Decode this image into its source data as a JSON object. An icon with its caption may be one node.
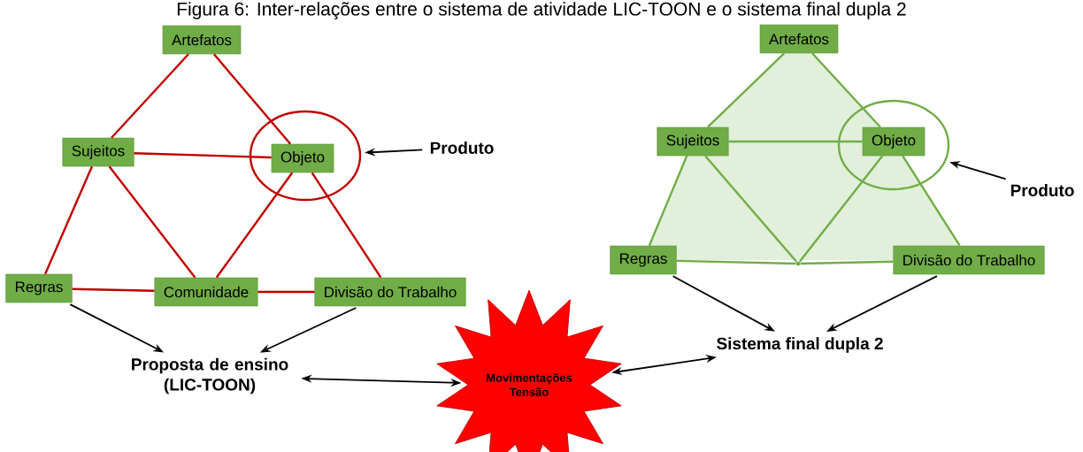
{
  "diagram": {
    "title": "Figura 6: Inter-relações entre o sistema de atividade LIC-TOON e o sistema final dupla 2",
    "nodes": [
      {
        "text": [
          "Artefatos"
        ]
      },
      {
        "text": [
          "Sujeitos"
        ]
      },
      {
        "text": [
          "Objeto"
        ],
        "in": 6
      },
      {
        "text": [
          "Regras"
        ]
      },
      {
        "text": [
          "Comunidade"
        ]
      },
      {
        "text": [
          "Divisão do Trabalho"
        ]
      },
      {
        "text": [],
        "shape": "circle"
      },
      {
        "text": [
          "Produto"
        ]
      },
      {
        "text": [
          "Artefatos"
        ]
      },
      {
        "text": [
          "Sujeitos"
        ]
      },
      {
        "text": [
          "Objeto"
        ],
        "in": 13
      },
      {
        "text": [
          "Regras"
        ]
      },
      {
        "text": [
          "Divisão do Trabalho"
        ]
      },
      {
        "text": [],
        "shape": "circle"
      },
      {
        "text": [
          "Produto"
        ]
      },
      {
        "text": [
          "Proposta de ensino (LIC-TOON)"
        ]
      },
      {
        "text": [
          "Movimentações",
          "Tensão"
        ]
      },
      {
        "text": [
          "Sistema final dupla 2"
        ]
      },
      {
        "text": [],
        "shape": "point"
      }
    ],
    "edges": [
      {
        "from": 0,
        "to": 1,
        "arrow": "none",
        "color": "#c00000"
      },
      {
        "from": 0,
        "to": 2,
        "arrow": "none",
        "color": "#c00000"
      },
      {
        "from": 1,
        "to": 2,
        "arrow": "none",
        "color": "#c00000"
      },
      {
        "from": 1,
        "to": 3,
        "arrow": "none",
        "color": "#c00000"
      },
      {
        "from": 1,
        "to": 4,
        "arrow": "none",
        "color": "#c00000"
      },
      {
        "from": 2,
        "to": 4,
        "arrow": "none",
        "color": "#c00000"
      },
      {
        "from": 2,
        "to": 5,
        "arrow": "none",
        "color": "#c00000"
      },
      {
        "from": 3,
        "to": 4,
        "arrow": "none",
        "color": "#c00000"
      },
      {
        "from": 4,
        "to": 5,
        "arrow": "none",
        "color": "#c00000"
      },
      {
        "from": 7,
        "to": 6,
        "arrow": "to",
        "color": "#000000"
      },
      {
        "from": 8,
        "to": 9,
        "arrow": "none",
        "color": "#70ad47"
      },
      {
        "from": 8,
        "to": 10,
        "arrow": "none",
        "color": "#70ad47"
      },
      {
        "from": 9,
        "to": 10,
        "arrow": "none",
        "color": "#70ad47"
      },
      {
        "from": 9,
        "to": 11,
        "arrow": "none",
        "color": "#70ad47"
      },
      {
        "from": 9,
        "to": 18,
        "arrow": "none",
        "color": "#70ad47"
      },
      {
        "from": 10,
        "to": 18,
        "arrow": "none",
        "color": "#70ad47"
      },
      {
        "from": 10,
        "to": 12,
        "arrow": "none",
        "color": "#70ad47"
      },
      {
        "from": 11,
        "to": 18,
        "arrow": "none",
        "color": "#70ad47"
      },
      {
        "from": 18,
        "to": 12,
        "arrow": "none",
        "color": "#70ad47"
      },
      {
        "from": 14,
        "to": 13,
        "arrow": "to",
        "color": "#000000"
      },
      {
        "from": 3,
        "to": 15,
        "arrow": "to",
        "color": "#000000"
      },
      {
        "from": 5,
        "to": 15,
        "arrow": "to",
        "color": "#000000"
      },
      {
        "from": 15,
        "to": 16,
        "arrow": "both",
        "color": "#000000"
      },
      {
        "from": 16,
        "to": 17,
        "arrow": "both",
        "color": "#000000"
      },
      {
        "from": 11,
        "to": 17,
        "arrow": "to",
        "color": "#000000"
      },
      {
        "from": 12,
        "to": 17,
        "arrow": "to",
        "color": "#000000"
      }
    ]
  }
}
